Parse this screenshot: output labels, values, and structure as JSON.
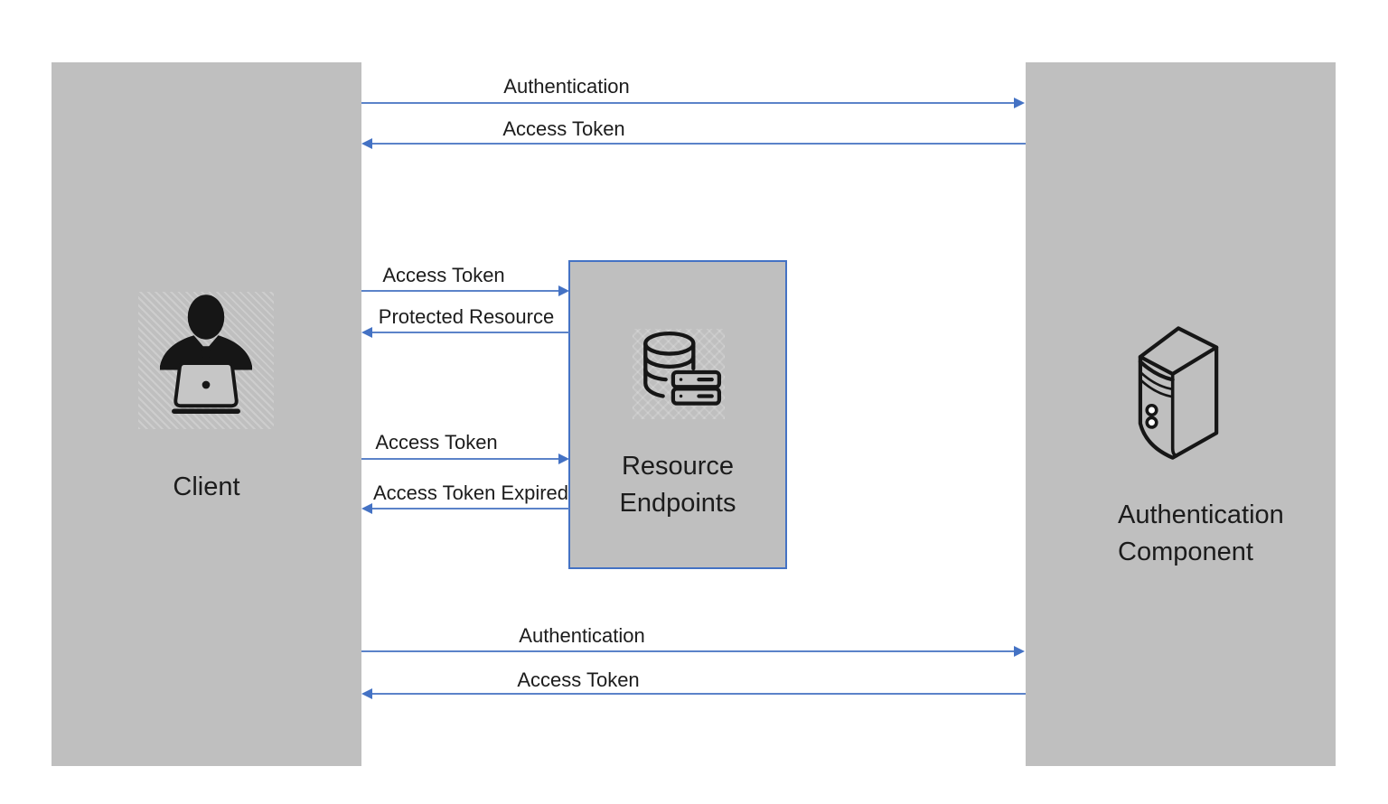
{
  "nodes": {
    "client": {
      "label": "Client",
      "icon": "person-at-laptop-icon"
    },
    "resource_endpoints": {
      "label": "Resource Endpoints",
      "icon": "database-server-icon"
    },
    "auth_component": {
      "label": "Authentication Component",
      "icon": "server-tower-icon"
    }
  },
  "arrows": [
    {
      "label": "Authentication",
      "from": "client",
      "to": "auth_component",
      "direction": "right"
    },
    {
      "label": "Access Token",
      "from": "auth_component",
      "to": "client",
      "direction": "left"
    },
    {
      "label": "Access Token",
      "from": "client",
      "to": "resource_endpoints",
      "direction": "right"
    },
    {
      "label": "Protected Resource",
      "from": "resource_endpoints",
      "to": "client",
      "direction": "left"
    },
    {
      "label": "Access Token",
      "from": "client",
      "to": "resource_endpoints",
      "direction": "right"
    },
    {
      "label": "Access Token Expired",
      "from": "resource_endpoints",
      "to": "client",
      "direction": "left"
    },
    {
      "label": "Authentication",
      "from": "client",
      "to": "auth_component",
      "direction": "right"
    },
    {
      "label": "Access Token",
      "from": "auth_component",
      "to": "client",
      "direction": "left"
    }
  ],
  "colors": {
    "panel_fill": "#BFBFBF",
    "resource_box_border": "#4472C4",
    "arrow_line": "#5B83C9",
    "arrow_head": "#4472C4",
    "text": "#1C1C1C",
    "icon_stroke": "#161616"
  }
}
